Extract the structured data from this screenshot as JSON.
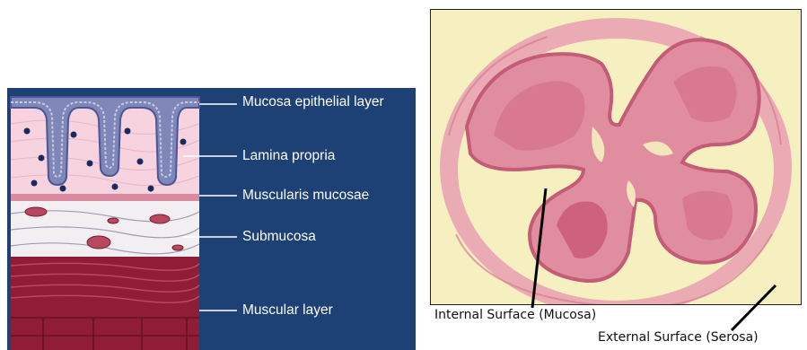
{
  "diagram": {
    "labels": {
      "mucosa_epithelial": "Mucosa epithelial layer",
      "lamina_propria": "Lamina propria",
      "muscularis_mucosae": "Muscularis mucosae",
      "submucosa": "Submucosa",
      "muscular_layer": "Muscular layer"
    },
    "colors": {
      "background": "#1d4174",
      "epithelium": "#7f86b8",
      "lamina": "#f7d3df",
      "submucosa": "#f3eef2",
      "muscle_dark": "#8f1d37",
      "muscle_mid": "#b8485f"
    }
  },
  "micrograph": {
    "captions": {
      "internal": "Internal Surface (Mucosa)",
      "external": "External Surface (Serosa)"
    },
    "colors": {
      "background": "#f6efc0",
      "tissue": "#e08da0",
      "tissue_dark": "#d26d86"
    }
  }
}
